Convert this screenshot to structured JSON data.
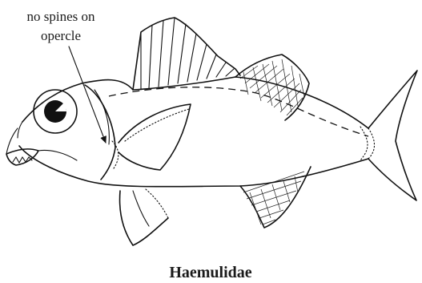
{
  "figure": {
    "annotation": {
      "line1": "no spines on",
      "line2": "opercle"
    },
    "caption": "Haemulidae"
  }
}
